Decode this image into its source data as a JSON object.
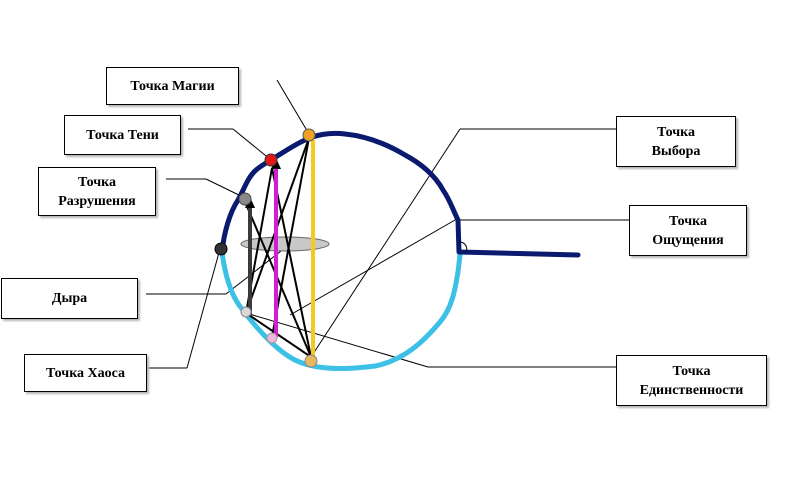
{
  "labels": {
    "magic": {
      "lines": [
        "Точка Магии"
      ]
    },
    "shadow": {
      "lines": [
        "Точка Тени"
      ]
    },
    "destruction": {
      "lines": [
        "Точка",
        "Разрушения"
      ]
    },
    "hole": {
      "lines": [
        "Дыра"
      ]
    },
    "chaos": {
      "lines": [
        "Точка Хаоса"
      ]
    },
    "choice": {
      "lines": [
        "Точка",
        "Выбора"
      ]
    },
    "sensation": {
      "lines": [
        "Точка",
        "Ощущения"
      ]
    },
    "uniqueness": {
      "lines": [
        "Точка",
        "Единственности"
      ]
    }
  },
  "colors": {
    "outline_upper": "#0a1a6e",
    "outline_lower": "#3cc0e6",
    "magic_point": "#f2a020",
    "shadow_point": "#e01818",
    "destruction_point": "#8a8a8a",
    "chaos_point": "#333333",
    "yellow_line": "#f5c823",
    "magenta_line": "#d21ed2",
    "disc": "#c8c8c8"
  }
}
